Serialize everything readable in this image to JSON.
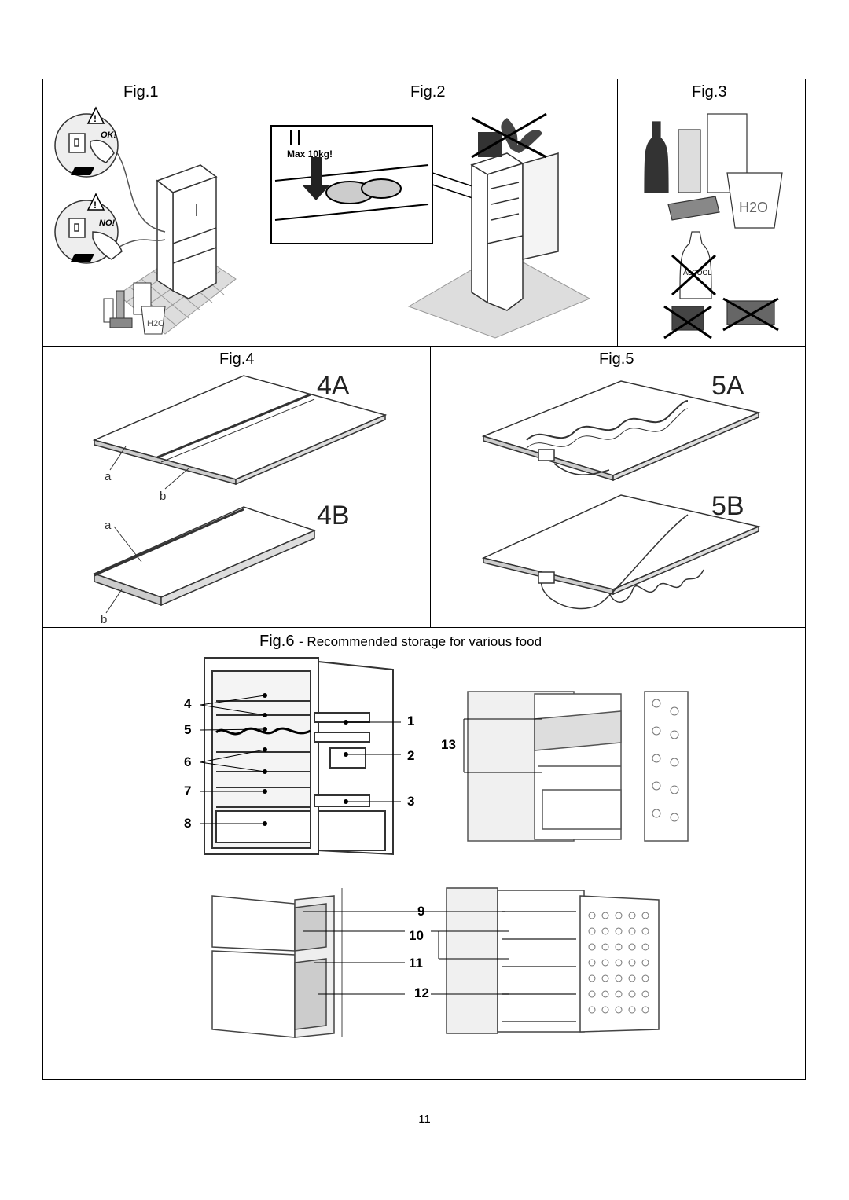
{
  "figures": {
    "fig1": {
      "title": "Fig.1",
      "ok_label": "OK!",
      "no_label": "NO!",
      "water_label": "H2O"
    },
    "fig2": {
      "title": "Fig.2",
      "max_label": "Max 10kg!"
    },
    "fig3": {
      "title": "Fig.3",
      "water_label": "H2O",
      "alcohol_label": "ALCOOL"
    },
    "fig4": {
      "title": "Fig.4",
      "label_a": "4A",
      "label_b": "4B",
      "part_a": "a",
      "part_b": "b"
    },
    "fig5": {
      "title": "Fig.5",
      "label_a": "5A",
      "label_b": "5B"
    },
    "fig6": {
      "title": "Fig.6",
      "subtitle": "- Recommended storage for various food",
      "numbers": [
        "1",
        "2",
        "3",
        "4",
        "5",
        "6",
        "7",
        "8",
        "9",
        "10",
        "11",
        "12",
        "13"
      ]
    }
  },
  "page_number": "11"
}
